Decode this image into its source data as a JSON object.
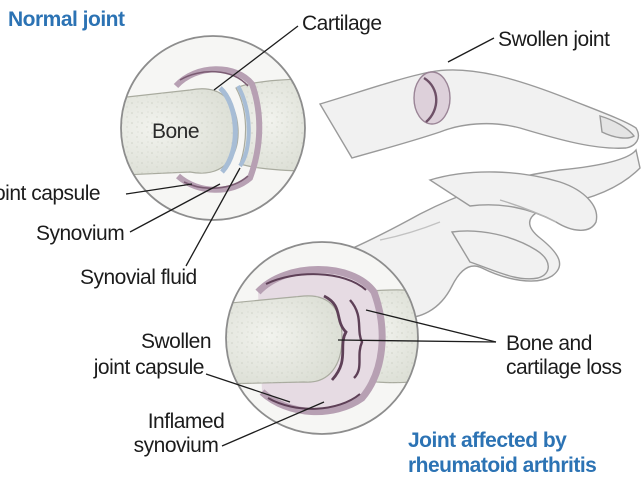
{
  "titles": {
    "normal": "Normal joint",
    "affected_line1": "Joint affected by",
    "affected_line2": "rheumatoid arthritis"
  },
  "labels": {
    "cartilage": "Cartilage",
    "swollen_joint": "Swollen joint",
    "bone": "Bone",
    "joint_capsule": "Joint capsule",
    "synovium": "Synovium",
    "synovial_fluid": "Synovial fluid",
    "swollen_capsule_line1": "Swollen",
    "swollen_capsule_line2": "joint capsule",
    "inflamed_line1": "Inflamed",
    "inflamed_line2": "synovium",
    "bone_loss_line1": "Bone and",
    "bone_loss_line2": "cartilage loss"
  },
  "colors": {
    "title_blue": "#2c73b4",
    "text": "#1c1c1c",
    "bone_fill": "#e9ebe3",
    "capsule_purple": "#b7a0b3",
    "synovium_dark": "#5e4057"
  }
}
